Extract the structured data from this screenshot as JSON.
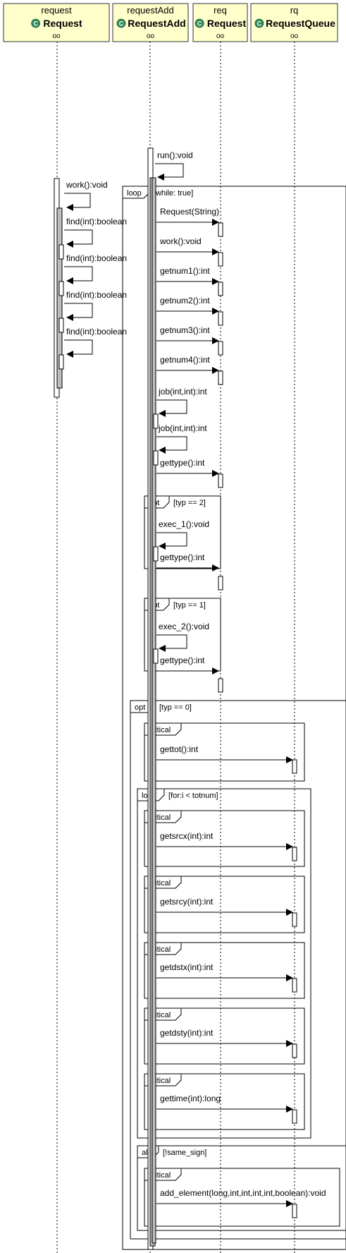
{
  "lifelines": [
    {
      "id": "request",
      "instance": "request",
      "class": "Request",
      "marker": "oo"
    },
    {
      "id": "requestAdd",
      "instance": "requestAdd",
      "class": "RequestAdd",
      "marker": "oo"
    },
    {
      "id": "req",
      "instance": "req",
      "class": "Request",
      "marker": "oo"
    },
    {
      "id": "rq",
      "instance": "rq",
      "class": "RequestQueue",
      "marker": "oo"
    }
  ],
  "class_icon_letter": "C",
  "colors": {
    "header_fill": "#ffffcc",
    "header_stroke": "#333333",
    "class_icon": "#2e8b57",
    "activation_fill": "#ffffff",
    "activation_shade": "#bdbdbd",
    "line": "#000000"
  },
  "messages": [
    {
      "from": "requestAdd",
      "to": "requestAdd",
      "label": "run():void",
      "self": true
    },
    {
      "from": "request",
      "to": "request",
      "label": "work():void",
      "self": true
    },
    {
      "from": "request",
      "to": "request",
      "label": "find(int):boolean",
      "self": true
    },
    {
      "from": "request",
      "to": "request",
      "label": "find(int):boolean",
      "self": true
    },
    {
      "from": "request",
      "to": "request",
      "label": "find(int):boolean",
      "self": true
    },
    {
      "from": "request",
      "to": "request",
      "label": "find(int):boolean",
      "self": true
    },
    {
      "from": "requestAdd",
      "to": "req",
      "label": "Request(String)"
    },
    {
      "from": "requestAdd",
      "to": "req",
      "label": "work():void"
    },
    {
      "from": "requestAdd",
      "to": "req",
      "label": "getnum1():int"
    },
    {
      "from": "requestAdd",
      "to": "req",
      "label": "getnum2():int"
    },
    {
      "from": "requestAdd",
      "to": "req",
      "label": "getnum3():int"
    },
    {
      "from": "requestAdd",
      "to": "req",
      "label": "getnum4():int"
    },
    {
      "from": "requestAdd",
      "to": "requestAdd",
      "label": "job(int,int):int",
      "self": true
    },
    {
      "from": "requestAdd",
      "to": "requestAdd",
      "label": "job(int,int):int",
      "self": true
    },
    {
      "from": "requestAdd",
      "to": "req",
      "label": "gettype():int"
    },
    {
      "from": "requestAdd",
      "to": "requestAdd",
      "label": "exec_1():void",
      "self": true
    },
    {
      "from": "requestAdd",
      "to": "req",
      "label": "gettype():int"
    },
    {
      "from": "requestAdd",
      "to": "requestAdd",
      "label": "exec_2():void",
      "self": true
    },
    {
      "from": "requestAdd",
      "to": "req",
      "label": "gettype():int"
    },
    {
      "from": "requestAdd",
      "to": "rq",
      "label": "gettot():int"
    },
    {
      "from": "requestAdd",
      "to": "rq",
      "label": "getsrcx(int):int"
    },
    {
      "from": "requestAdd",
      "to": "rq",
      "label": "getsrcy(int):int"
    },
    {
      "from": "requestAdd",
      "to": "rq",
      "label": "getdstx(int):int"
    },
    {
      "from": "requestAdd",
      "to": "rq",
      "label": "getdsty(int):int"
    },
    {
      "from": "requestAdd",
      "to": "rq",
      "label": "gettime(int):long"
    },
    {
      "from": "requestAdd",
      "to": "rq",
      "label": "add_element(long,int,int,int,int,boolean):void"
    }
  ],
  "fragments": [
    {
      "kind": "loop",
      "guard": "[while: true]"
    },
    {
      "kind": "opt",
      "guard": "[typ == 2]"
    },
    {
      "kind": "opt",
      "guard": "[typ == 1]"
    },
    {
      "kind": "opt",
      "guard": "[typ == 0]"
    },
    {
      "kind": "critical",
      "guard": ""
    },
    {
      "kind": "loop",
      "guard": "[for:i < totnum]"
    },
    {
      "kind": "critical",
      "guard": ""
    },
    {
      "kind": "critical",
      "guard": ""
    },
    {
      "kind": "critical",
      "guard": ""
    },
    {
      "kind": "critical",
      "guard": ""
    },
    {
      "kind": "critical",
      "guard": ""
    },
    {
      "kind": "alt",
      "guard": "[!same_sign]"
    },
    {
      "kind": "critical",
      "guard": ""
    }
  ]
}
